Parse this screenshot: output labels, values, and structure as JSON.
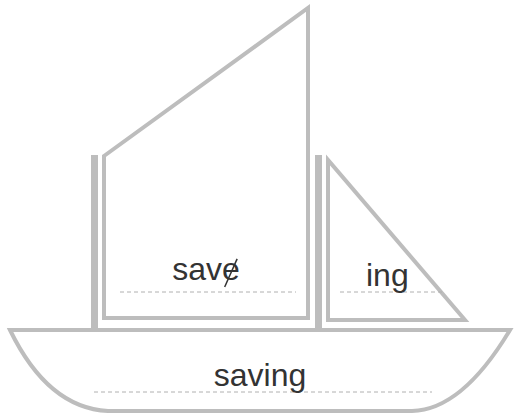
{
  "diagram": {
    "nodes": [
      {
        "text": [
          "save"
        ]
      },
      {
        "text": [
          "ing"
        ]
      },
      {
        "text": [
          "saving"
        ]
      }
    ]
  }
}
